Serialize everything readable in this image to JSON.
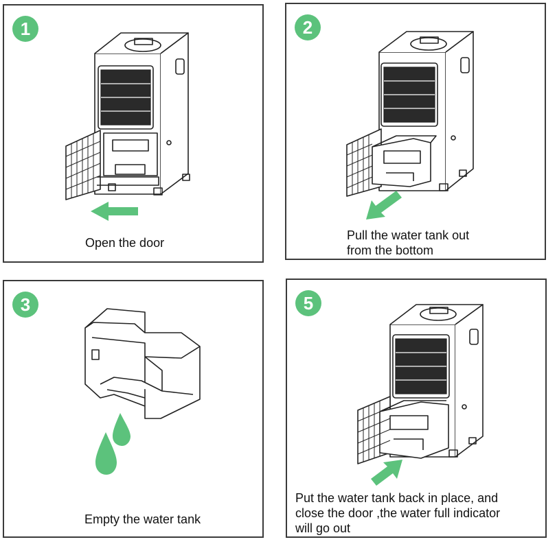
{
  "colors": {
    "accent_green": "#5cc27c",
    "line": "#222222",
    "panel_border": "#3a3a3a"
  },
  "steps": [
    {
      "number": "1",
      "caption": "Open the door"
    },
    {
      "number": "2",
      "caption": "Pull the water tank out\nfrom the bottom"
    },
    {
      "number": "3",
      "caption": "Empty the water tank"
    },
    {
      "number": "5",
      "caption": "Put the water tank back in place, and\nclose the door ,the water full indicator\nwill go out"
    }
  ],
  "icons": {
    "arrow_step1": "left-arrow-icon",
    "arrow_step2": "down-left-arrow-icon",
    "arrow_step5": "up-right-arrow-icon",
    "drops_step3": "water-drop-icon"
  }
}
